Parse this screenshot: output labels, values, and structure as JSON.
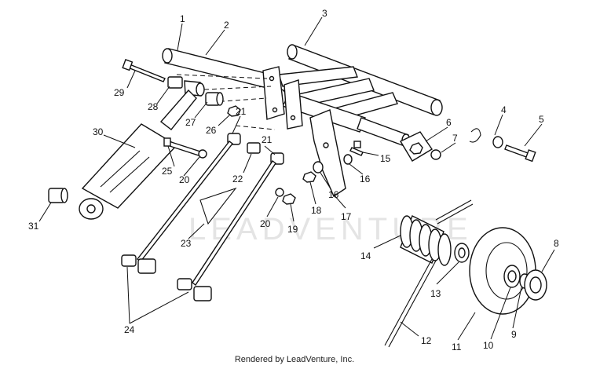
{
  "watermark": "LEADVENTURE",
  "credit": "Rendered by LeadVenture, Inc.",
  "callouts": {
    "c1": "1",
    "c2": "2",
    "c3": "3",
    "c4": "4",
    "c5": "5",
    "c6": "6",
    "c7": "7",
    "c8": "8",
    "c9": "9",
    "c10": "10",
    "c11": "11",
    "c12": "12",
    "c13": "13",
    "c14": "14",
    "c15": "15",
    "c16a": "16",
    "c16b": "16",
    "c17": "17",
    "c18": "18",
    "c19": "19",
    "c20a": "20",
    "c20b": "20",
    "c21a": "21",
    "c21b": "21",
    "c22": "22",
    "c23": "23",
    "c24": "24",
    "c25": "25",
    "c26": "26",
    "c27": "27",
    "c28": "28",
    "c29": "29",
    "c30": "30",
    "c31": "31"
  }
}
